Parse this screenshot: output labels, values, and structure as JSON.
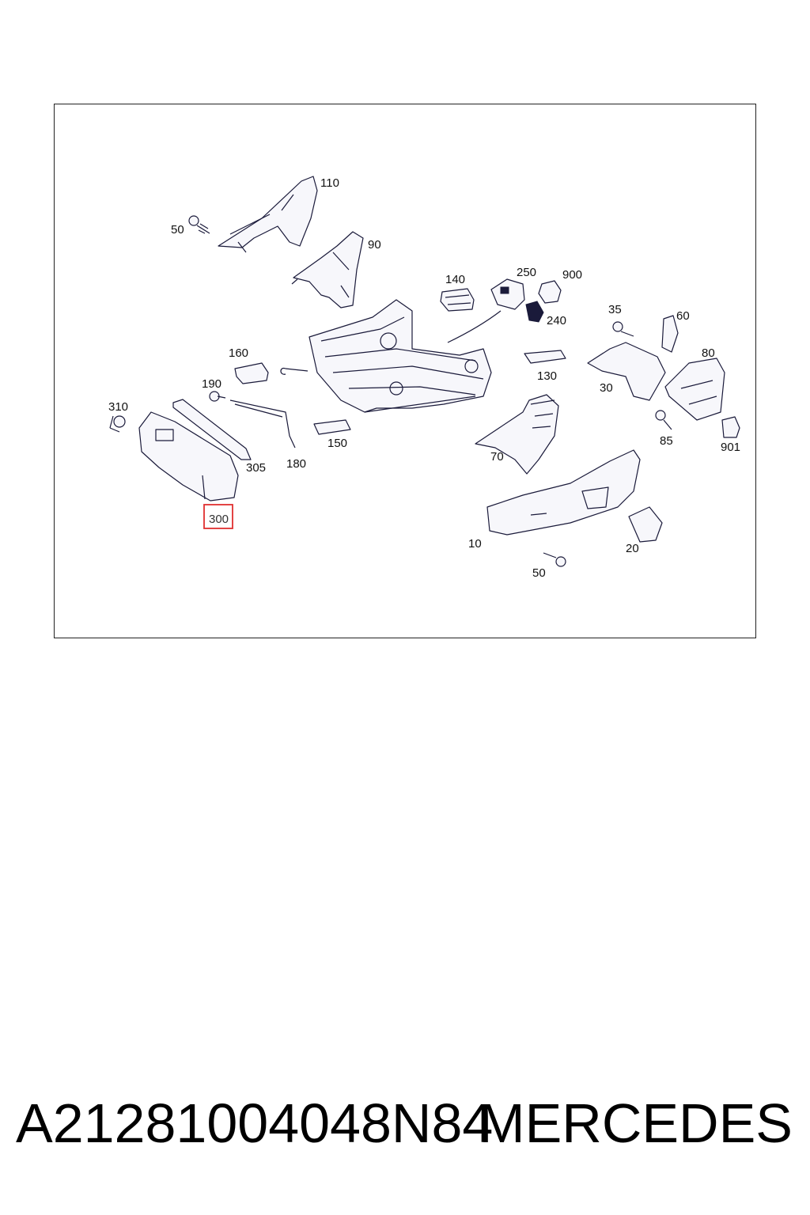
{
  "diagram": {
    "callouts": [
      "110",
      "50",
      "90",
      "140",
      "250",
      "900",
      "240",
      "35",
      "60",
      "80",
      "160",
      "190",
      "130",
      "30",
      "310",
      "150",
      "180",
      "305",
      "85",
      "901",
      "70",
      "300",
      "10",
      "20",
      "50"
    ],
    "highlighted_callout": "300",
    "highlight_color": "#e03030"
  },
  "footer": {
    "part_number": "A2128100404８N84",
    "brand": "MERCEDES"
  }
}
